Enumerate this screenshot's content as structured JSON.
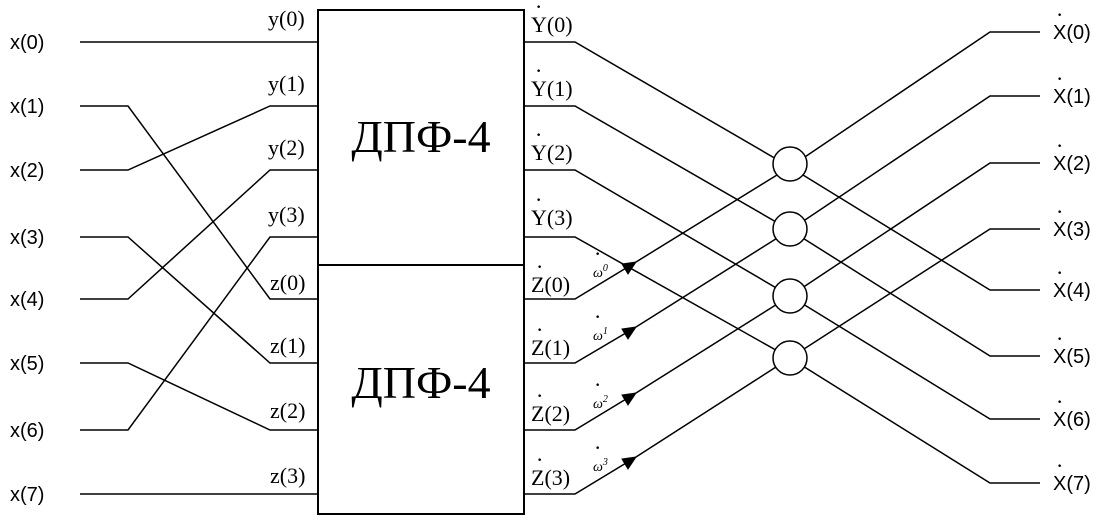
{
  "inputs": [
    "x(0)",
    "x(1)",
    "x(2)",
    "x(3)",
    "x(4)",
    "x(5)",
    "x(6)",
    "x(7)"
  ],
  "y_inputs": [
    "y(0)",
    "y(1)",
    "y(2)",
    "y(3)"
  ],
  "z_inputs": [
    "z(0)",
    "z(1)",
    "z(2)",
    "z(3)"
  ],
  "dft_blocks": [
    "ДПФ-4",
    "ДПФ-4"
  ],
  "y_outputs": [
    "Y(0)",
    "Y(1)",
    "Y(2)",
    "Y(3)"
  ],
  "z_outputs": [
    "Z(0)",
    "Z(1)",
    "Z(2)",
    "Z(3)"
  ],
  "twiddles": [
    {
      "base": "ω",
      "exp": "0"
    },
    {
      "base": "ω",
      "exp": "1"
    },
    {
      "base": "ω",
      "exp": "2"
    },
    {
      "base": "ω",
      "exp": "3"
    }
  ],
  "outputs": [
    "X(0)",
    "X(1)",
    "X(2)",
    "X(3)",
    "X(4)",
    "X(5)",
    "X(6)",
    "X(7)"
  ]
}
